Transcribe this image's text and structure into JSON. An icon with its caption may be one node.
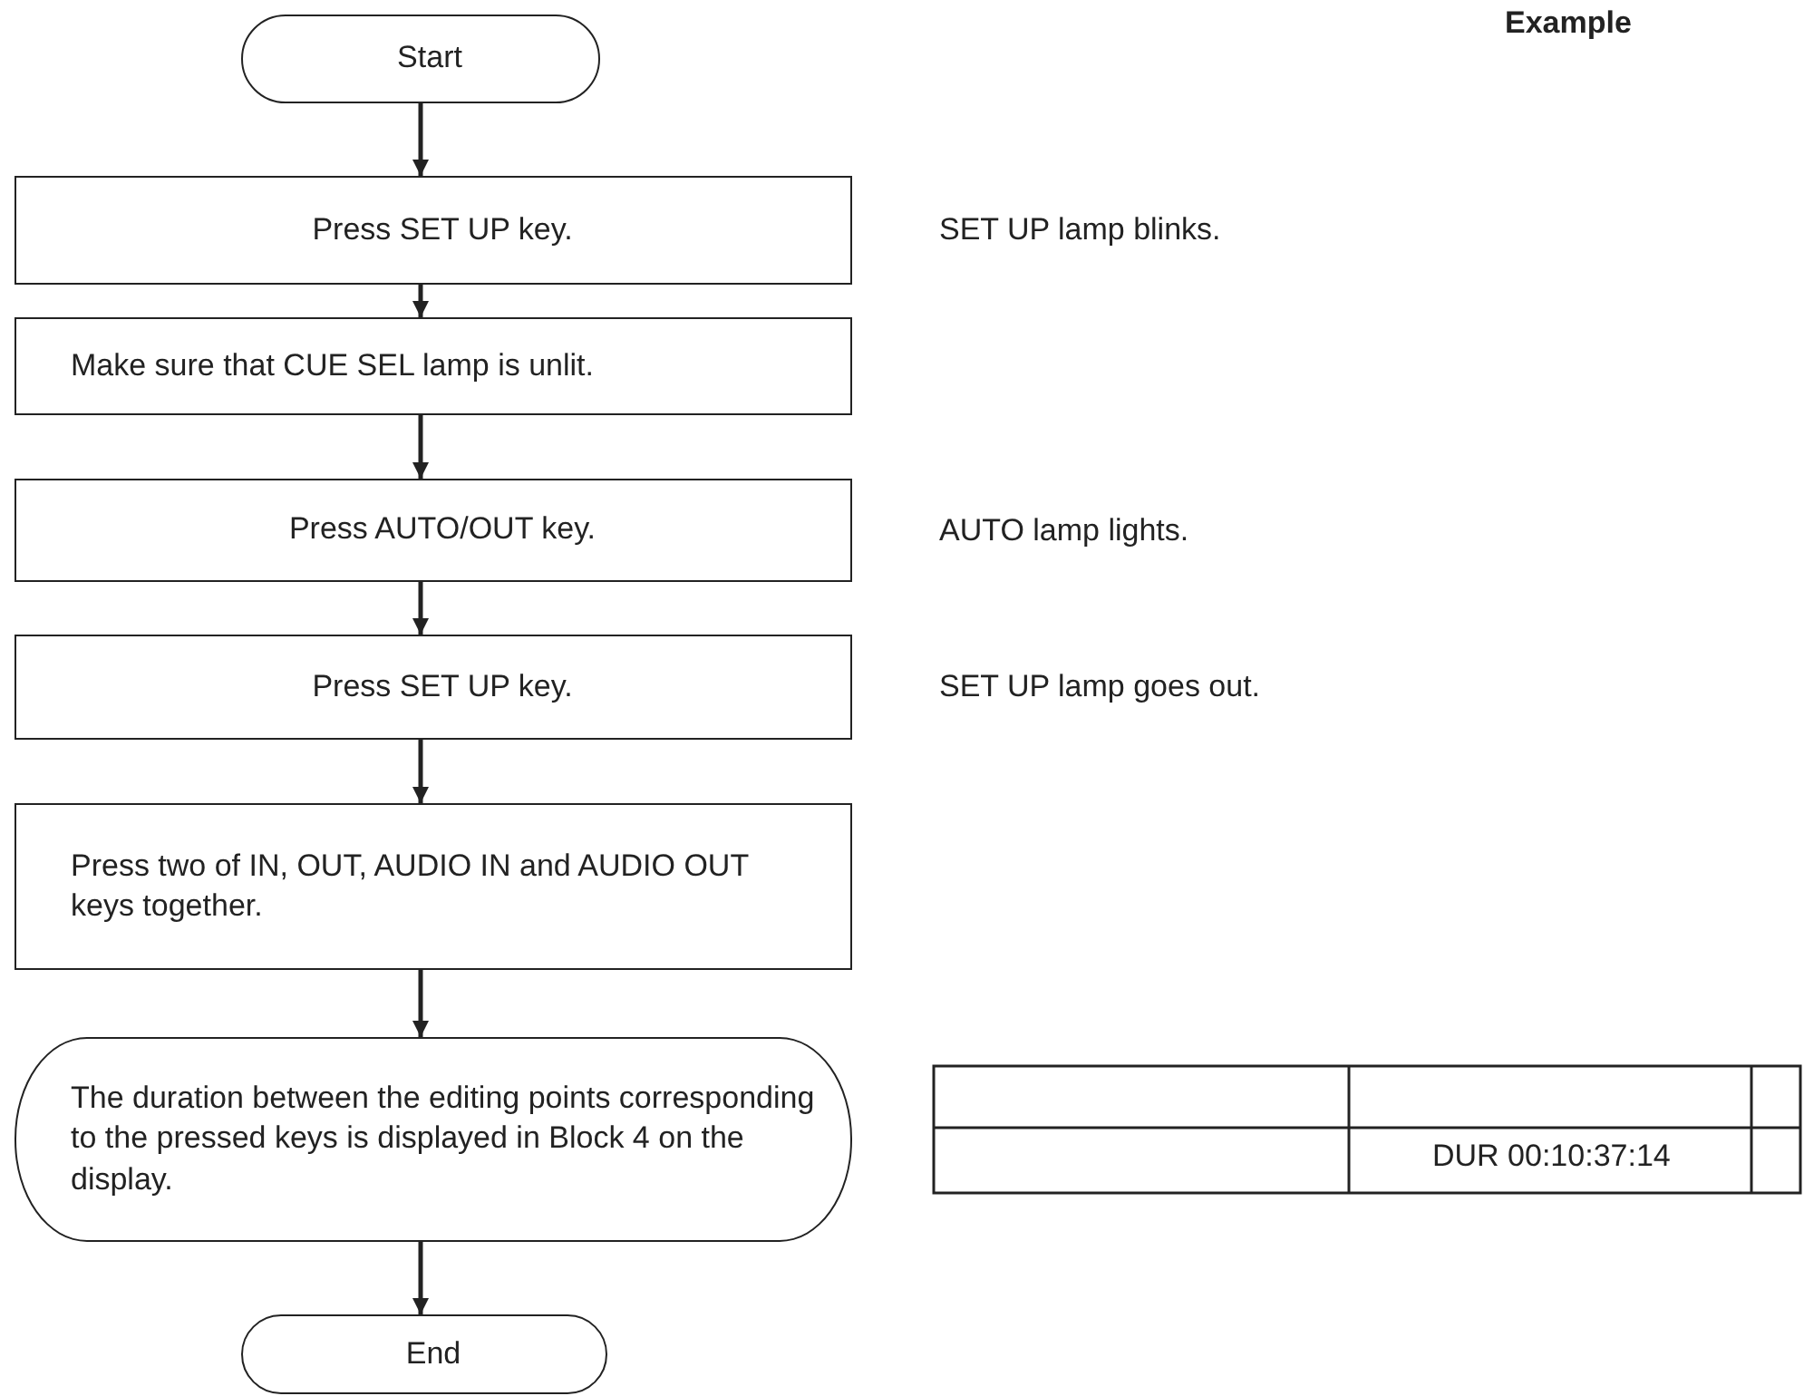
{
  "diagram": {
    "nodes": [
      {
        "text": [
          "Start"
        ]
      },
      {
        "text": [
          "Press SET UP key."
        ],
        "beside": [
          "SET UP lamp blinks."
        ]
      },
      {
        "text": [
          "Make sure that CUE SEL lamp is unlit."
        ]
      },
      {
        "text": [
          "Press AUTO/OUT key."
        ],
        "beside": [
          "AUTO lamp lights."
        ]
      },
      {
        "text": [
          "Press SET UP key."
        ],
        "beside": [
          "SET UP lamp goes out."
        ]
      },
      {
        "text": [
          "Press two of IN, OUT, AUDIO IN and AUDIO OUT keys together."
        ]
      },
      {
        "text": [
          "The duration between the editing points corresponding to the pressed keys is displayed in Block 4 on the display."
        ]
      },
      {
        "text": [
          "End"
        ]
      }
    ],
    "edges": [
      {
        "from": 0,
        "to": 1,
        "arrow": "to"
      },
      {
        "from": 1,
        "to": 2,
        "arrow": "to"
      },
      {
        "from": 2,
        "to": 3,
        "arrow": "to"
      },
      {
        "from": 3,
        "to": 4,
        "arrow": "to"
      },
      {
        "from": 4,
        "to": 5,
        "arrow": "to"
      },
      {
        "from": 5,
        "to": 6,
        "arrow": "to"
      },
      {
        "from": 6,
        "to": 7,
        "arrow": "to"
      }
    ],
    "labels": [
      "Example",
      "DUR 00:10:37:14"
    ]
  }
}
